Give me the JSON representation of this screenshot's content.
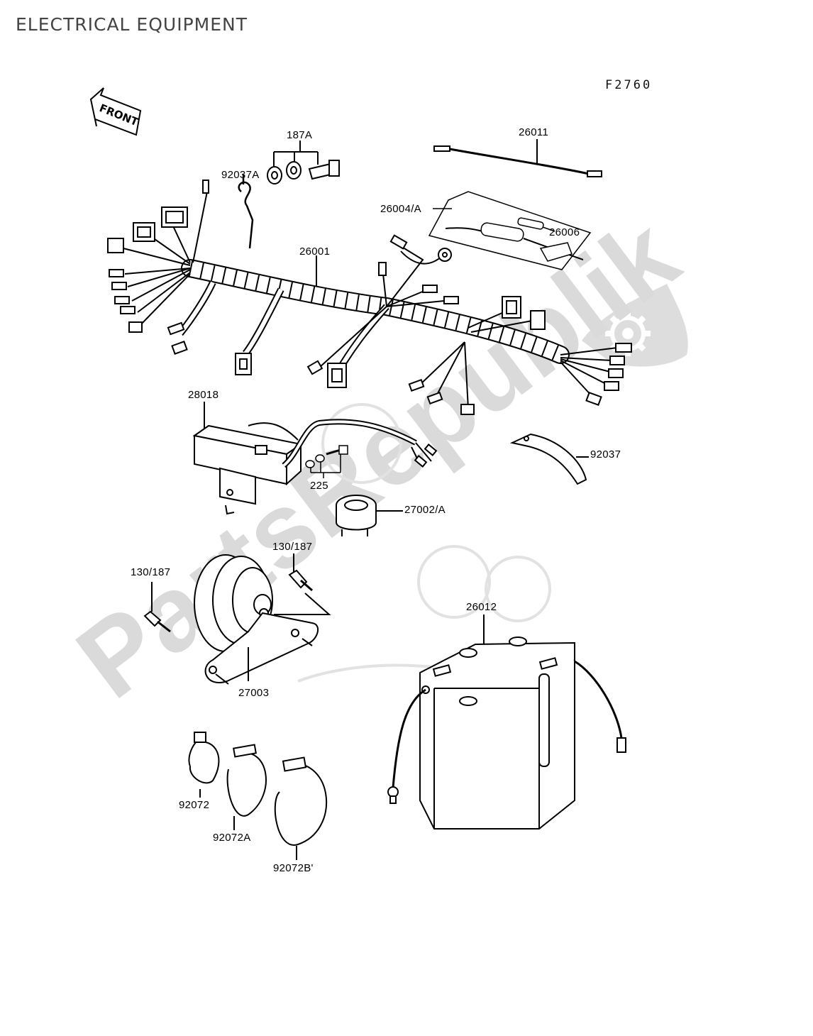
{
  "page": {
    "title": "ELECTRICAL EQUIPMENT",
    "figure_code": "F2760"
  },
  "front_arrow": {
    "label": "FRONT"
  },
  "watermark": {
    "text": "PartsRepublik",
    "icon": "gear-icon"
  },
  "colors": {
    "line": "#000000",
    "watermark": "#d6d6d6",
    "title": "#444444"
  },
  "parts": [
    {
      "id": "p187a",
      "label": "187A"
    },
    {
      "id": "p92037a",
      "label": "92037A"
    },
    {
      "id": "p26011",
      "label": "26011"
    },
    {
      "id": "p26004a",
      "label": "26004/A"
    },
    {
      "id": "p26006",
      "label": "26006"
    },
    {
      "id": "p26001",
      "label": "26001"
    },
    {
      "id": "p28018",
      "label": "28018"
    },
    {
      "id": "p225",
      "label": "225"
    },
    {
      "id": "p92037",
      "label": "92037"
    },
    {
      "id": "p27002a",
      "label": "27002/A"
    },
    {
      "id": "p130_187_a",
      "label": "130/187"
    },
    {
      "id": "p130_187_b",
      "label": "130/187"
    },
    {
      "id": "p27003",
      "label": "27003"
    },
    {
      "id": "p26012",
      "label": "26012"
    },
    {
      "id": "p92072",
      "label": "92072"
    },
    {
      "id": "p92072a",
      "label": "92072A"
    },
    {
      "id": "p92072b",
      "label": "92072B'"
    }
  ]
}
